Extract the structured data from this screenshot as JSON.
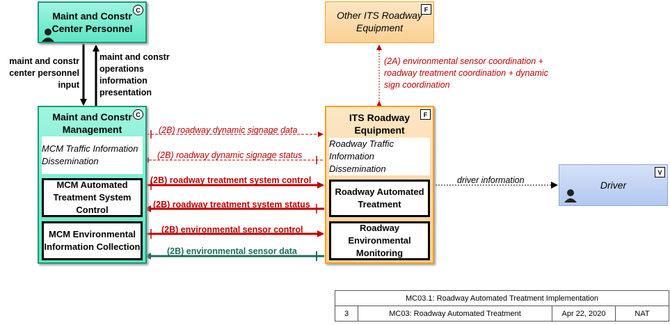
{
  "nodes": {
    "mc_personnel": {
      "title": "Maint and Constr Center Personnel",
      "badge": "C"
    },
    "other_its": {
      "title": "Other ITS Roadway Equipment",
      "badge": "F"
    },
    "mcm": {
      "title": "Maint and Constr Management",
      "badge": "C",
      "sub": "MCM Traffic Information Dissemination"
    },
    "mcm_ats": {
      "title": "MCM Automated Treatment System Control"
    },
    "mcm_env": {
      "title": "MCM Environmental Information Collection"
    },
    "its": {
      "title": "ITS Roadway Equipment",
      "badge": "F",
      "sub": "Roadway Traffic Information Dissemination"
    },
    "rat": {
      "title": "Roadway Automated Treatment"
    },
    "rem": {
      "title": "Roadway Environmental Monitoring"
    },
    "driver": {
      "title": "Driver",
      "badge": "V"
    }
  },
  "flows": {
    "personnel_input": "maint and constr center personnel input",
    "ops_info": "maint and constr operations information presentation",
    "coord": "(2A) environmental sensor coordination + roadway treatment coordination + dynamic sign coordination",
    "signage_data": "(2B) roadway dynamic signage data",
    "signage_status": "(2B) roadway dynamic signage status",
    "treat_control": "(2B) roadway treatment system control",
    "treat_status": "(2B) roadway treatment system status",
    "env_control": "(2B) environmental sensor control",
    "env_data": "(2B) environmental sensor data",
    "driver_info": "driver information"
  },
  "title_block": {
    "header": "MC03.1: Roadway Automated Treatment Implementation",
    "num": "3",
    "package": "MC03: Roadway Automated Treatment",
    "date": "Apr 22, 2020",
    "scope": "NAT"
  },
  "colors": {
    "center_fill": "#7df0d2",
    "center_border": "#1a9a7a",
    "field_fill": "#fcd9a6",
    "field_border": "#f4a020",
    "driver_fill": "#c3d5f4",
    "red": "#c00000",
    "green": "#1d6b5e"
  }
}
